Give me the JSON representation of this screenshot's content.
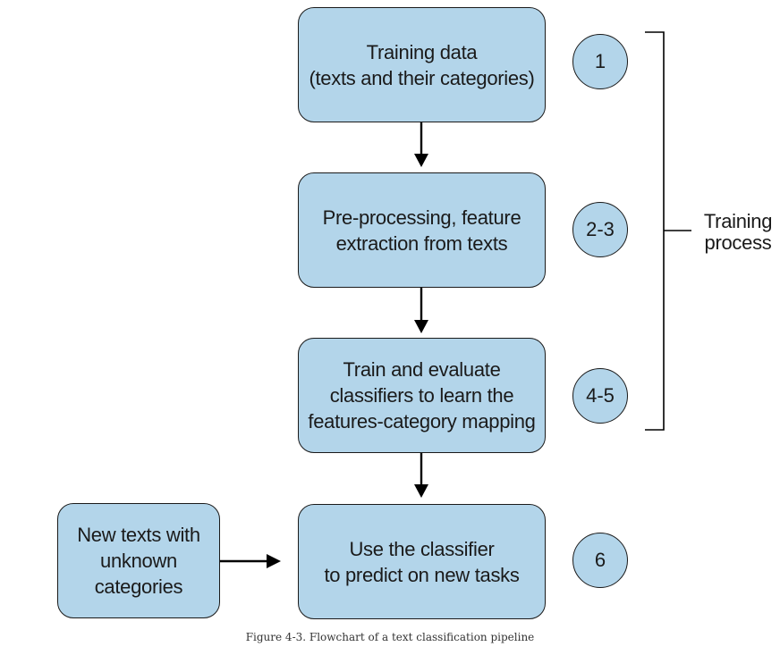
{
  "diagram": {
    "steps": [
      {
        "lines": [
          "Training data",
          "(texts and their categories)"
        ],
        "badge": "1"
      },
      {
        "lines": [
          "Pre-processing, feature",
          "extraction from texts"
        ],
        "badge": "2-3"
      },
      {
        "lines": [
          "Train and evaluate",
          "classifiers to learn the",
          "features-category mapping"
        ],
        "badge": "4-5"
      },
      {
        "lines": [
          "Use the classifier",
          "to predict on new tasks"
        ],
        "badge": "6"
      }
    ],
    "input_box": {
      "lines": [
        "New texts with",
        "unknown",
        "categories"
      ]
    },
    "bracket_label": {
      "lines": [
        "Training",
        "process"
      ]
    }
  },
  "caption": "Figure 4-3. Flowchart of a text classification pipeline",
  "colors": {
    "box_fill": "#b3d5ea",
    "stroke": "#1a1a1a"
  }
}
